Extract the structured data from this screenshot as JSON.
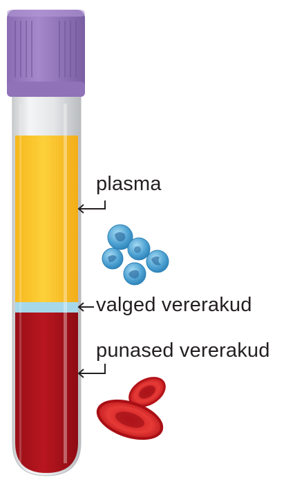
{
  "labels": {
    "plasma": "plasma",
    "white_cells": "valged vererakud",
    "red_cells": "punased vererakud"
  },
  "colors": {
    "cap": "#9a7cc0",
    "cap_dark": "#7e63a6",
    "plasma": "#fdc72c",
    "buffy_coat": "#a7d8ea",
    "red_cells": "#b0141d",
    "glass": "#e2e4e6",
    "leukocyte": "#5aaad6",
    "erythrocyte": "#d42a2a"
  }
}
